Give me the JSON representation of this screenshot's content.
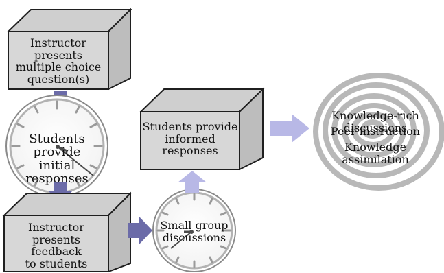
{
  "diagram": {
    "step1": {
      "text": "Instructor presents\nmultiple choice\nquestion(s)"
    },
    "step2": {
      "text": "Students provide\ninitial responses"
    },
    "step3": {
      "text": "Instructor presents\nfeedback\nto students"
    },
    "step4": {
      "text": "Small group\ndiscussions"
    },
    "step5": {
      "text": "Students provide\ninformed\nresponses"
    },
    "outcomes": {
      "line1": "Knowledge-rich discussions",
      "line2": "Peer instruction",
      "line3": "Knowledge assimilation"
    },
    "colors": {
      "box_front": "#d7d7d7",
      "box_top": "#cfcfcf",
      "box_side": "#bdbdbd",
      "box_border": "#1f1f1f",
      "arrow_dark": "#6b6ba8",
      "arrow_light": "#b8b8e6",
      "spiral": "#b8b8b8"
    }
  }
}
